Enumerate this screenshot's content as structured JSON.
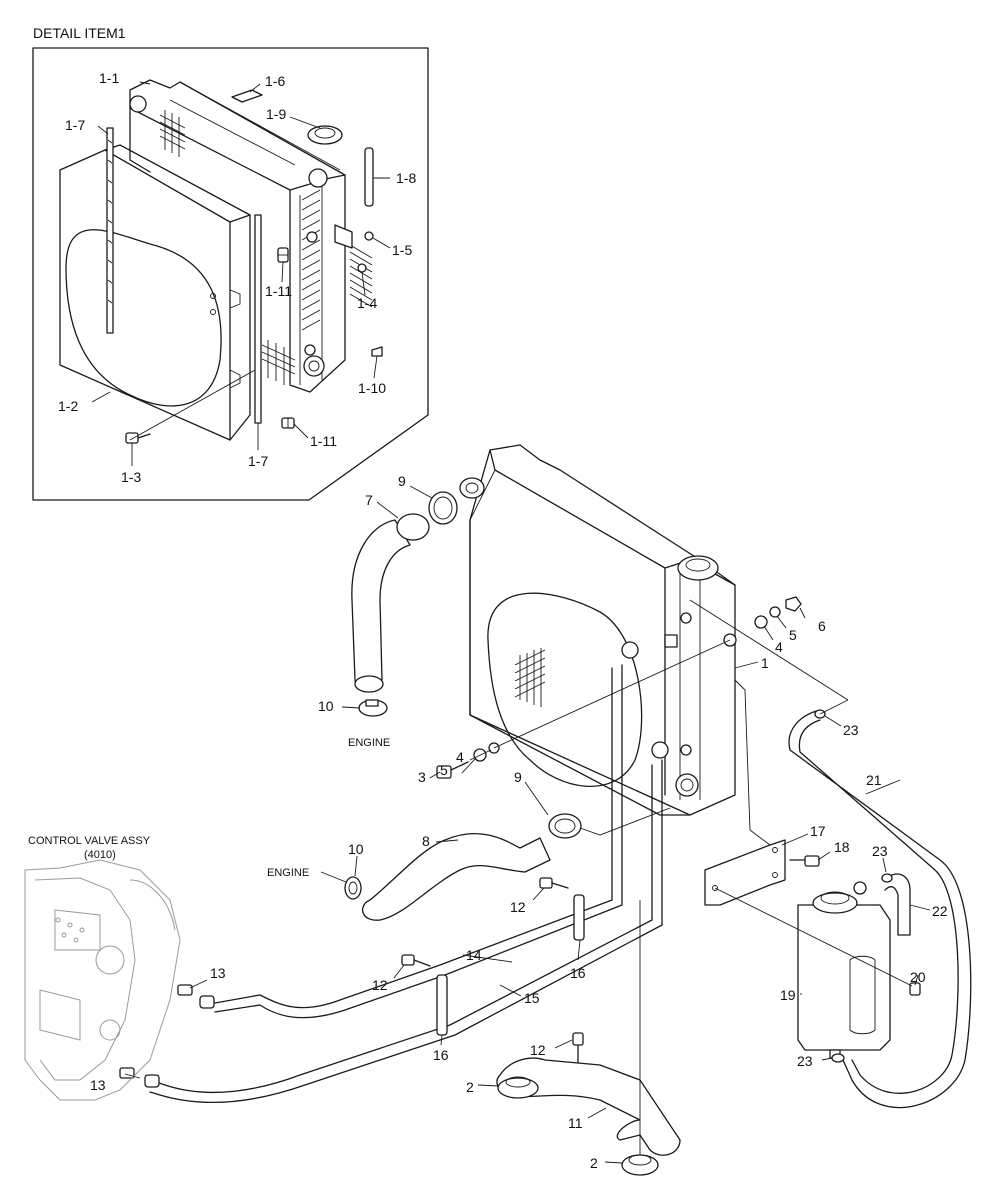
{
  "detail_title": "DETAIL ITEM1",
  "captions": {
    "engine_upper": "ENGINE",
    "engine_lower": "ENGINE",
    "control_valve_line1": "CONTROL VALVE ASSY",
    "control_valve_line2": "(4010)"
  },
  "callouts": {
    "d1_1": "1-1",
    "d1_6": "1-6",
    "d1_7a": "1-7",
    "d1_9": "1-9",
    "d1_8": "1-8",
    "d1_5": "1-5",
    "d1_11a": "1-11",
    "d1_4": "1-4",
    "d1_2": "1-2",
    "d1_10": "1-10",
    "d1_3": "1-3",
    "d1_7b": "1-7",
    "d1_11b": "1-11",
    "p9a": "9",
    "p7": "7",
    "p6": "6",
    "p5a": "5",
    "p4a": "4",
    "p1": "1",
    "p10a": "10",
    "p23a": "23",
    "p4b": "4",
    "p5b": "5",
    "p3": "3",
    "p21": "21",
    "p9b": "9",
    "p8": "8",
    "p17": "17",
    "p10b": "10",
    "p18": "18",
    "p23b": "23",
    "p22": "22",
    "p12a": "12",
    "p16a": "16",
    "p14": "14",
    "p12b": "12",
    "p15": "15",
    "p13a": "13",
    "p19": "19",
    "p20": "20",
    "p16b": "16",
    "p12c": "12",
    "p23c": "23",
    "p13b": "13",
    "p2a": "2",
    "p11": "11",
    "p2b": "2"
  }
}
